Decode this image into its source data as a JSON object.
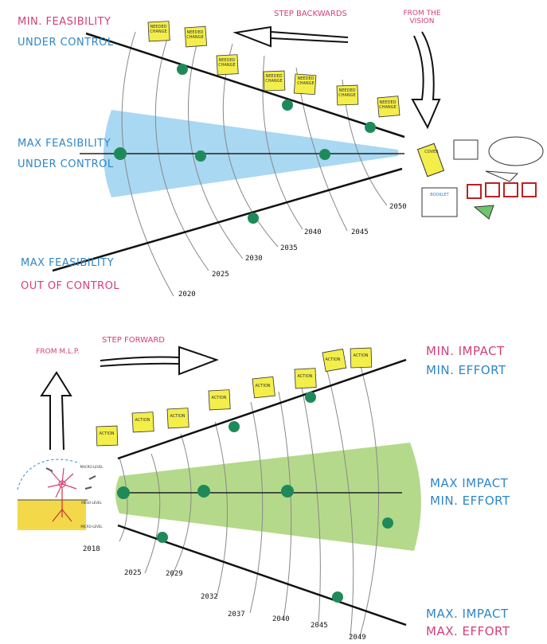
{
  "top": {
    "labels": {
      "min_feasibility": "MIN. FEASIBILITY",
      "under_control_1": "UNDER CONTROL",
      "max_feasibility": "MAX FEASIBILITY",
      "under_control_2": "UNDER CONTROL",
      "max_feasibility_2": "MAX FEASIBILITY",
      "out_of_control": "OUT OF CONTROL"
    },
    "step_label": "STEP BACKWARDS",
    "from_vision": "FROM THE VISION",
    "note_text": "NEEDED CHANGE",
    "years": [
      "2020",
      "2025",
      "2030",
      "2035",
      "2040",
      "2045",
      "2050"
    ],
    "vision_items": {
      "book": "COVER",
      "booklet": "BOOKLET"
    }
  },
  "bottom": {
    "labels": {
      "min_impact_1": "MIN. IMPACT",
      "min_effort_1": "MIN. EFFORT",
      "max_impact_1": "MAX IMPACT",
      "min_effort_2": "MIN. EFFORT",
      "max_impact_2": "MAX. IMPACT",
      "max_effort": "MAX. EFFORT"
    },
    "step_label": "STEP FORWARD",
    "from_mlp": "FROM M.L.P.",
    "note_text": "ACTION",
    "years": [
      "2018",
      "2025",
      "2029",
      "2032",
      "2037",
      "2040",
      "2045",
      "2049"
    ],
    "mlp_levels": [
      "MACRO-LEVEL",
      "MESO-LEVEL",
      "MICRO-LEVEL"
    ]
  },
  "colors": {
    "pink": "#d43f7a",
    "blue": "#2f86c8",
    "cone_blue": "#a9d8f2",
    "cone_green": "#b5d98a",
    "dot": "#1e8a5a",
    "note": "#f3ee4a"
  }
}
